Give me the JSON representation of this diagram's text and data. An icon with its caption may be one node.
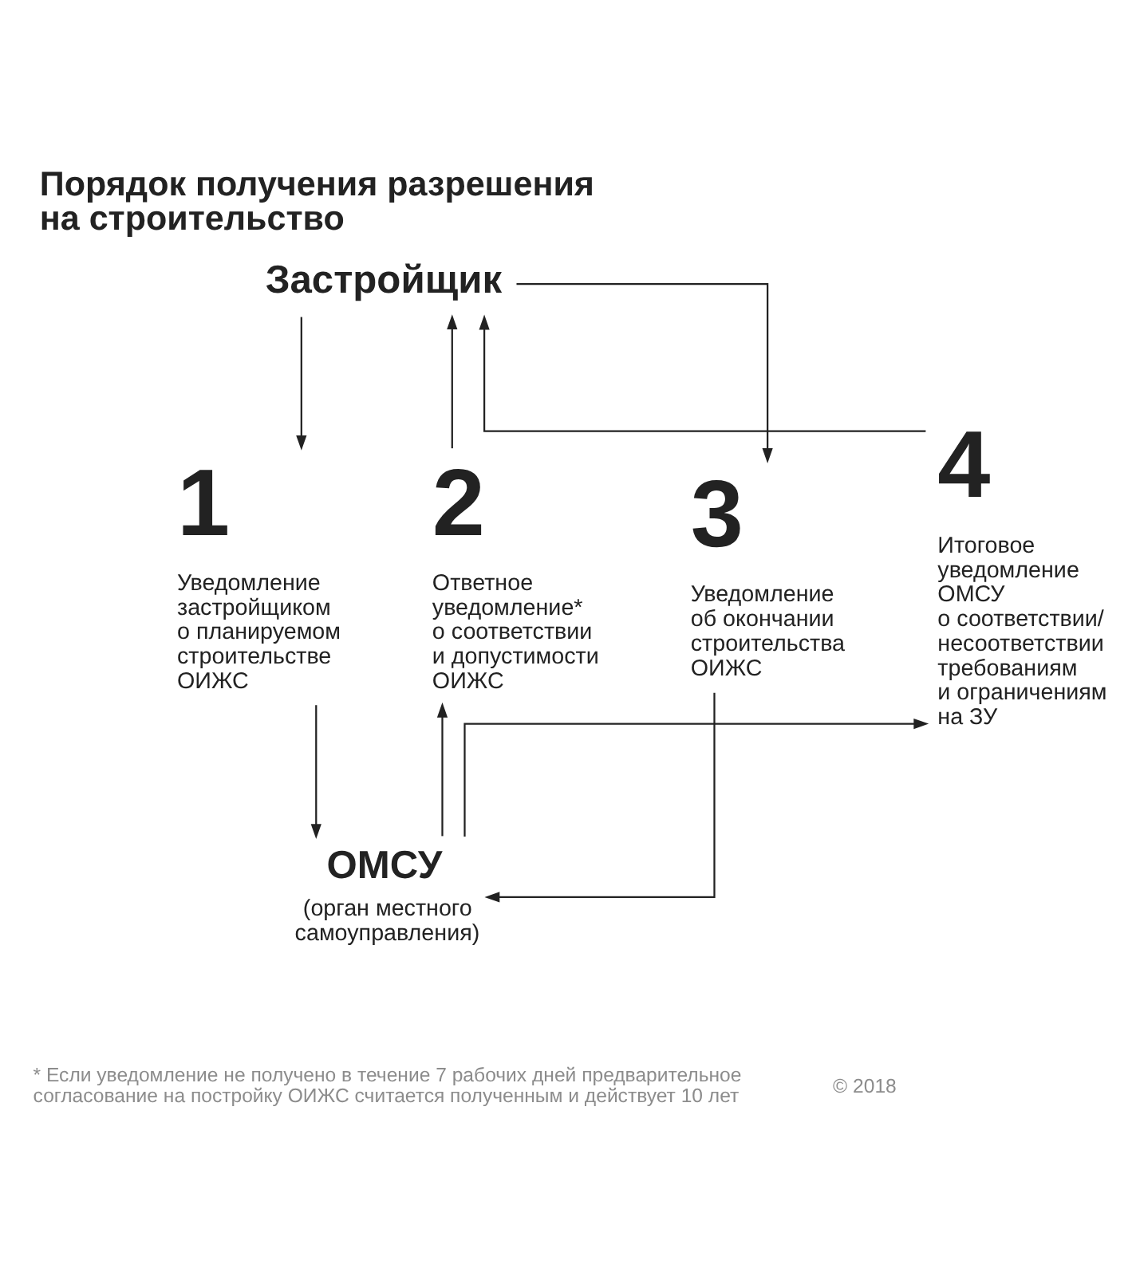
{
  "diagram": {
    "title": "Порядок получения разрешения на строительство",
    "nodes": [
      {
        "text": [
          "Застройщик"
        ]
      },
      {
        "text": [
          "1",
          "Уведомление застройщиком о планируемом строительстве ОИЖС"
        ]
      },
      {
        "text": [
          "2",
          "Ответное уведомление* о соответствии и допустимости ОИЖС"
        ]
      },
      {
        "text": [
          "3",
          "Уведомление об окончании строительства ОИЖС"
        ]
      },
      {
        "text": [
          "4",
          "Итоговое уведомление ОМСУ о соответствии/ несоответствии требованиям и ограничениям на ЗУ"
        ]
      },
      {
        "text": [
          "ОМСУ",
          "(орган местного самоуправления)"
        ]
      }
    ],
    "edges": [
      {
        "from": 0,
        "to": 1,
        "arrow": "to"
      },
      {
        "from": 1,
        "to": 5,
        "arrow": "to"
      },
      {
        "from": 5,
        "to": 2,
        "arrow": "to"
      },
      {
        "from": 2,
        "to": 0,
        "arrow": "to"
      },
      {
        "from": 0,
        "to": 3,
        "arrow": "to"
      },
      {
        "from": 3,
        "to": 5,
        "arrow": "to"
      },
      {
        "from": 5,
        "to": 4,
        "arrow": "to"
      },
      {
        "from": 4,
        "to": 0,
        "arrow": "to"
      }
    ],
    "labels": [
      "* Если уведомление не получено в течение 7 рабочих дней предварительное согласование на постройку ОИЖС считается полученным и действует 10 лет",
      "© 2018"
    ]
  }
}
